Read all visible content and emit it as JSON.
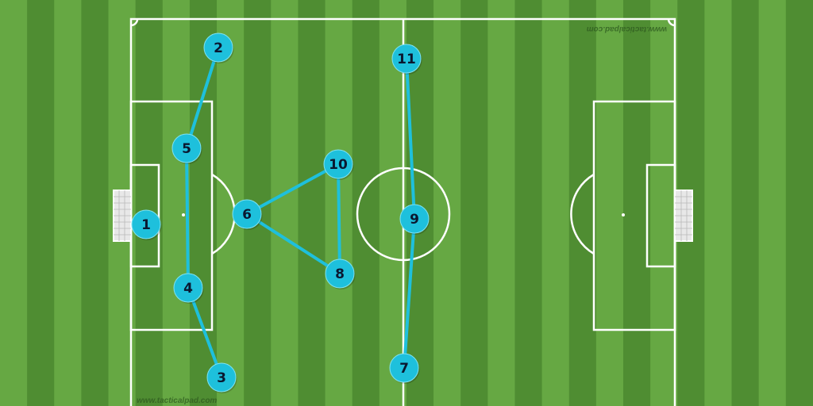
{
  "watermark_bottom": "www.tacticalpad.com",
  "watermark_top": "www.tacticalpad.com",
  "colors": {
    "grass_light": "#66a843",
    "grass_dark": "#4f8d32",
    "lines": "#ffffff",
    "player_fill": "#1ec0dc",
    "link_line": "#1ec0dc",
    "number_text": "#0a1830"
  },
  "players": [
    {
      "id": "p1",
      "label": "1"
    },
    {
      "id": "p2",
      "label": "2"
    },
    {
      "id": "p3",
      "label": "3"
    },
    {
      "id": "p4",
      "label": "4"
    },
    {
      "id": "p5",
      "label": "5"
    },
    {
      "id": "p6",
      "label": "6"
    },
    {
      "id": "p7",
      "label": "7"
    },
    {
      "id": "p8",
      "label": "8"
    },
    {
      "id": "p9",
      "label": "9"
    },
    {
      "id": "p10",
      "label": "10"
    },
    {
      "id": "p11",
      "label": "11"
    }
  ],
  "links": [
    [
      "p2",
      "p5"
    ],
    [
      "p5",
      "p4"
    ],
    [
      "p4",
      "p3"
    ],
    [
      "p6",
      "p10"
    ],
    [
      "p10",
      "p8"
    ],
    [
      "p8",
      "p6"
    ],
    [
      "p11",
      "p9"
    ],
    [
      "p9",
      "p7"
    ]
  ]
}
